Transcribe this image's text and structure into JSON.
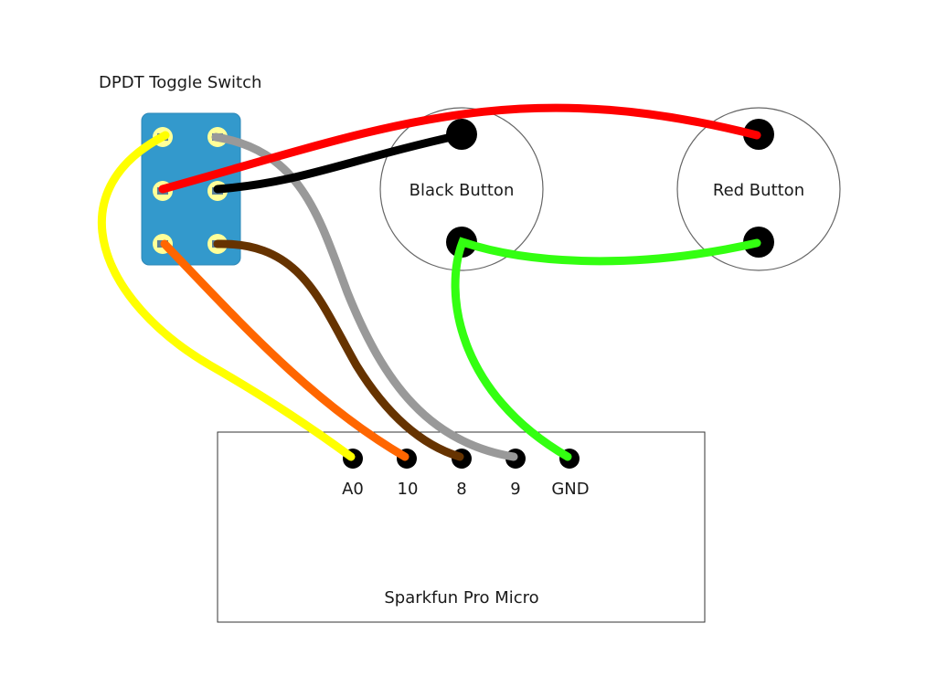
{
  "title": "DPDT Toggle Switch",
  "components": {
    "switch": {
      "label": "DPDT Toggle Switch",
      "color": "#3399cc",
      "pad_color": "#ffff99"
    },
    "black_button": {
      "label": "Black Button"
    },
    "red_button": {
      "label": "Red Button"
    },
    "board": {
      "label": "Sparkfun Pro Micro"
    }
  },
  "pins": [
    {
      "label": "A0"
    },
    {
      "label": "10"
    },
    {
      "label": "8"
    },
    {
      "label": "9"
    },
    {
      "label": "GND"
    }
  ],
  "wires": [
    {
      "name": "yellow-wire",
      "color": "#ffff00",
      "from": "switch pin 1 (top-left)",
      "to": "A0"
    },
    {
      "name": "gray-wire",
      "color": "#999999",
      "from": "switch pin 2 (top-right)",
      "to": "9"
    },
    {
      "name": "red-wire",
      "color": "#ff0000",
      "from": "switch pin 3 (middle-left)",
      "to": "Red Button top"
    },
    {
      "name": "black-wire",
      "color": "#000000",
      "from": "switch pin 4 (middle-right)",
      "to": "Black Button top"
    },
    {
      "name": "orange-wire",
      "color": "#ff6600",
      "from": "switch pin 5 (bottom-left)",
      "to": "10"
    },
    {
      "name": "brown-wire",
      "color": "#663300",
      "from": "switch pin 6 (bottom-right)",
      "to": "8"
    },
    {
      "name": "green-wire",
      "color": "#33ff11",
      "from": "Red Button bottom",
      "to": "GND via Black Button bottom"
    }
  ]
}
